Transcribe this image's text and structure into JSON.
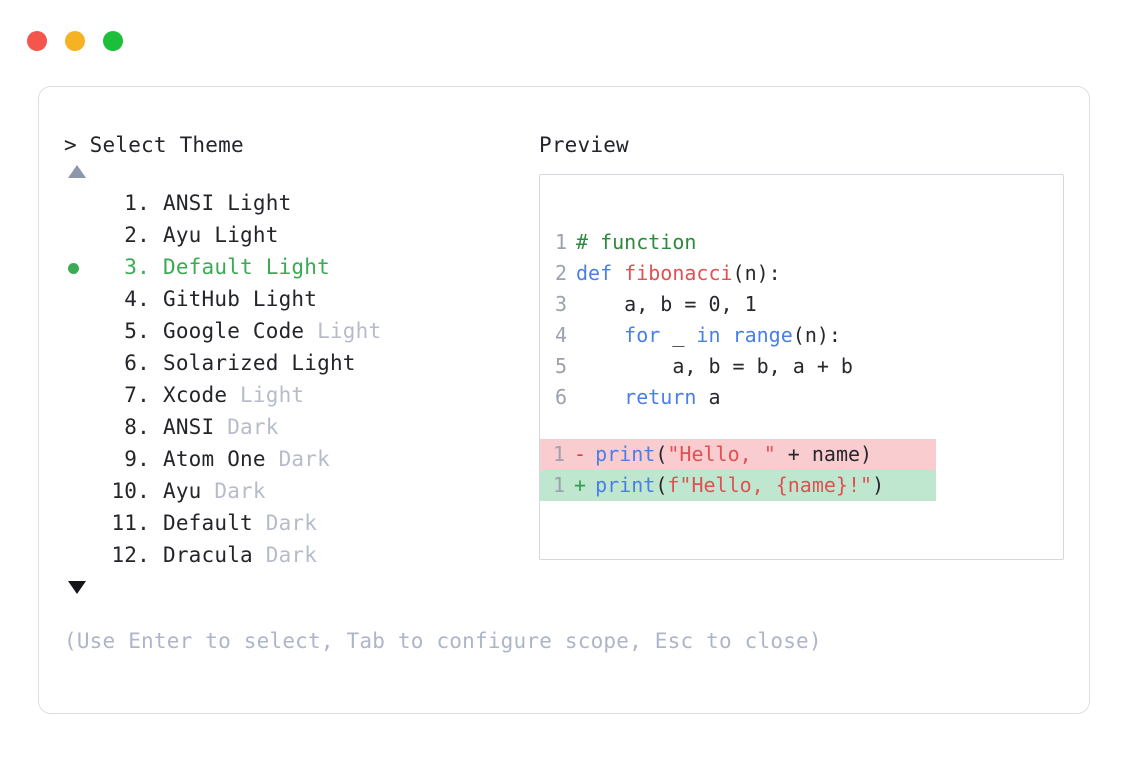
{
  "window": {
    "traffic_lights": [
      {
        "name": "close",
        "color": "#f4564e"
      },
      {
        "name": "minimize",
        "color": "#f5b324"
      },
      {
        "name": "maximize",
        "color": "#1dbf3a"
      }
    ]
  },
  "theme_pane": {
    "prompt": "> Select Theme",
    "scroll_up_icon": "triangle-up-icon",
    "scroll_down_icon": "triangle-down-icon",
    "selected_index": 3,
    "items": [
      {
        "index": " 1.",
        "name": "ANSI Light",
        "tag": "",
        "selected": false
      },
      {
        "index": " 2.",
        "name": "Ayu Light",
        "tag": "",
        "selected": false
      },
      {
        "index": " 3.",
        "name": "Default Light",
        "tag": "",
        "selected": true
      },
      {
        "index": " 4.",
        "name": "GitHub Light",
        "tag": "",
        "selected": false
      },
      {
        "index": " 5.",
        "name": "Google Code",
        "tag": "Light",
        "selected": false
      },
      {
        "index": " 6.",
        "name": "Solarized Light",
        "tag": "",
        "selected": false
      },
      {
        "index": " 7.",
        "name": "Xcode",
        "tag": "Light",
        "selected": false
      },
      {
        "index": " 8.",
        "name": "ANSI",
        "tag": "Dark",
        "selected": false
      },
      {
        "index": " 9.",
        "name": "Atom One",
        "tag": "Dark",
        "selected": false
      },
      {
        "index": "10.",
        "name": "Ayu",
        "tag": "Dark",
        "selected": false
      },
      {
        "index": "11.",
        "name": "Default",
        "tag": "Dark",
        "selected": false
      },
      {
        "index": "12.",
        "name": "Dracula",
        "tag": "Dark",
        "selected": false
      }
    ]
  },
  "footer": {
    "hint": "(Use Enter to select, Tab to configure scope, Esc to close)"
  },
  "preview": {
    "label": "Preview",
    "code_lines": [
      {
        "number": "1",
        "tokens": [
          {
            "text": "# function",
            "kind": "comment"
          }
        ]
      },
      {
        "number": "2",
        "tokens": [
          {
            "text": "def ",
            "kind": "kw"
          },
          {
            "text": "fibonacci",
            "kind": "fn"
          },
          {
            "text": "(n):",
            "kind": "plain"
          }
        ]
      },
      {
        "number": "3",
        "tokens": [
          {
            "text": "    a, b = 0, 1",
            "kind": "plain"
          }
        ]
      },
      {
        "number": "4",
        "tokens": [
          {
            "text": "    ",
            "kind": "plain"
          },
          {
            "text": "for",
            "kind": "kw"
          },
          {
            "text": " _ ",
            "kind": "plain"
          },
          {
            "text": "in",
            "kind": "kw"
          },
          {
            "text": " ",
            "kind": "plain"
          },
          {
            "text": "range",
            "kind": "builtin"
          },
          {
            "text": "(n):",
            "kind": "plain"
          }
        ]
      },
      {
        "number": "5",
        "tokens": [
          {
            "text": "        a, b = b, a + b",
            "kind": "plain"
          }
        ]
      },
      {
        "number": "6",
        "tokens": [
          {
            "text": "    ",
            "kind": "plain"
          },
          {
            "text": "return",
            "kind": "kw"
          },
          {
            "text": " a",
            "kind": "plain"
          }
        ]
      }
    ],
    "diff_lines": [
      {
        "number": "1",
        "marker": "-",
        "type": "removed",
        "tokens": [
          {
            "text": "print",
            "kind": "builtin"
          },
          {
            "text": "(",
            "kind": "plain"
          },
          {
            "text": "\"Hello, \"",
            "kind": "str"
          },
          {
            "text": " + name)",
            "kind": "plain"
          }
        ]
      },
      {
        "number": "1",
        "marker": "+",
        "type": "added",
        "tokens": [
          {
            "text": "print",
            "kind": "builtin"
          },
          {
            "text": "(",
            "kind": "plain"
          },
          {
            "text": "f\"Hello, {name}!\"",
            "kind": "str"
          },
          {
            "text": ")",
            "kind": "plain"
          }
        ]
      }
    ]
  },
  "colors": {
    "accent_green": "#3aab53",
    "dim_text": "#b6bcca",
    "hint_text": "#aeb5c9",
    "body_text": "#23252b",
    "line_number": "#9ba1ad",
    "comment": "#2b8a3e",
    "keyword": "#4a7fe8",
    "function": "#e05252",
    "string": "#e05252",
    "diff_removed_bg": "#f9ccd0",
    "diff_added_bg": "#bfe6cf",
    "card_border": "#dcdfe7",
    "code_border": "#d3d8e2"
  }
}
